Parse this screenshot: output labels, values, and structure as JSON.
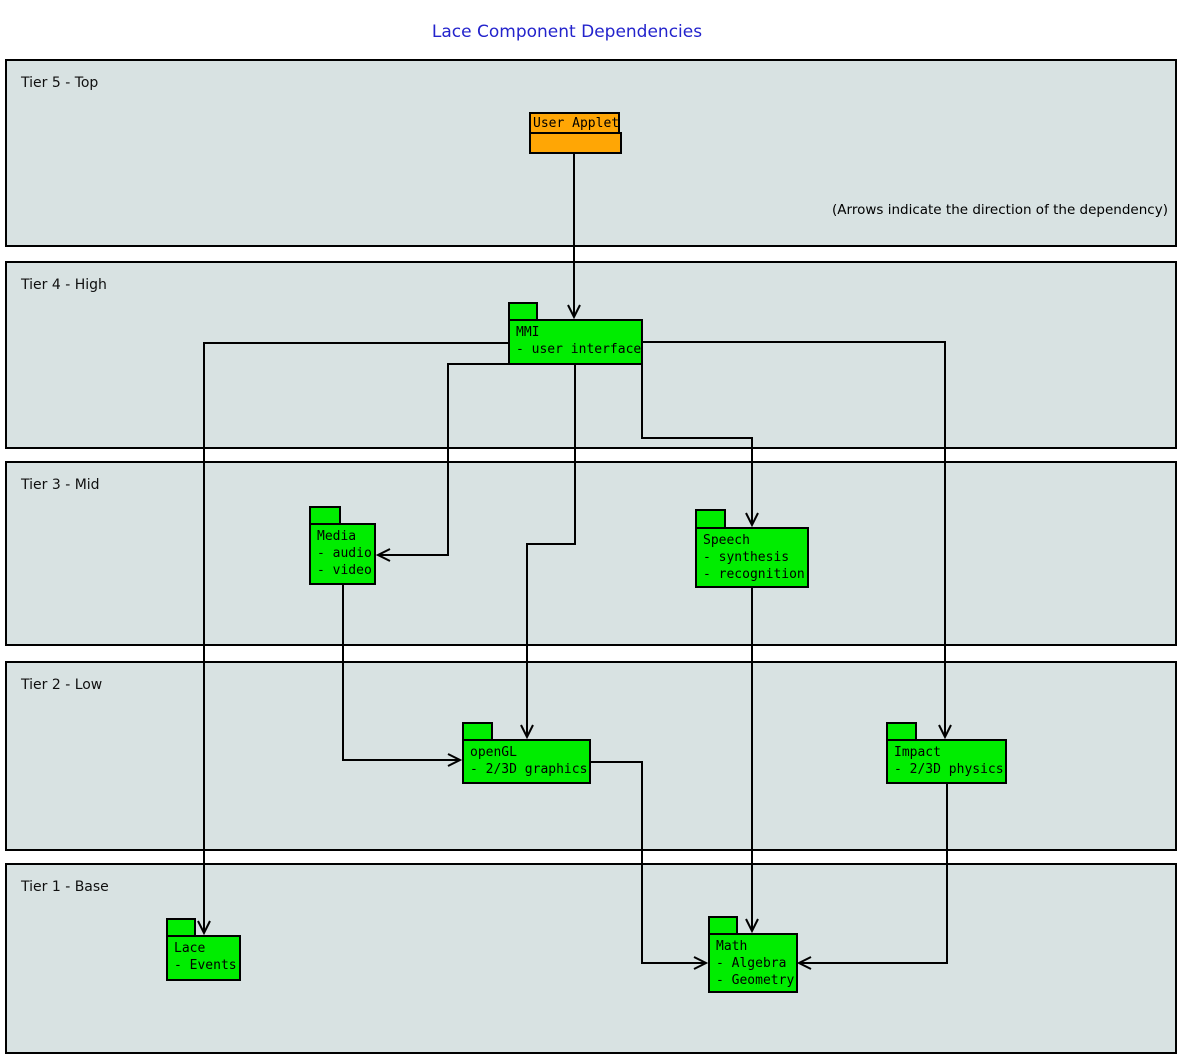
{
  "title": "Lace Component Dependencies",
  "annotation": "(Arrows indicate the direction of the dependency)",
  "tiers": [
    {
      "label": "Tier 5 - Top"
    },
    {
      "label": "Tier 4 - High"
    },
    {
      "label": "Tier 3 - Mid"
    },
    {
      "label": "Tier 2 - Low"
    },
    {
      "label": "Tier 1 - Base"
    }
  ],
  "components": {
    "user_applet": {
      "name": "User Applet",
      "items": []
    },
    "mmi": {
      "name": "MMI",
      "items": [
        "- user interface"
      ]
    },
    "media": {
      "name": "Media",
      "items": [
        "- audio",
        "- video"
      ]
    },
    "speech": {
      "name": "Speech",
      "items": [
        "- synthesis",
        "- recognition"
      ]
    },
    "opengl": {
      "name": "openGL",
      "items": [
        "- 2/3D graphics"
      ]
    },
    "impact": {
      "name": "Impact",
      "items": [
        "- 2/3D physics"
      ]
    },
    "lace": {
      "name": "Lace",
      "items": [
        "- Events"
      ]
    },
    "math": {
      "name": "Math",
      "items": [
        "- Algebra",
        "- Geometry"
      ]
    }
  },
  "edges": [
    {
      "from": "User Applet",
      "to": "MMI"
    },
    {
      "from": "MMI",
      "to": "Media"
    },
    {
      "from": "MMI",
      "to": "Speech"
    },
    {
      "from": "MMI",
      "to": "openGL"
    },
    {
      "from": "MMI",
      "to": "Impact"
    },
    {
      "from": "MMI",
      "to": "Lace"
    },
    {
      "from": "Media",
      "to": "openGL"
    },
    {
      "from": "Speech",
      "to": "Math"
    },
    {
      "from": "openGL",
      "to": "Math"
    },
    {
      "from": "Impact",
      "to": "Math"
    }
  ],
  "colors": {
    "component_green": "#00ed00",
    "component_orange": "#ffa605",
    "tier_band_fill": "#d8e2e2",
    "title_blue": "#2323cc",
    "edge_black": "#000000"
  }
}
